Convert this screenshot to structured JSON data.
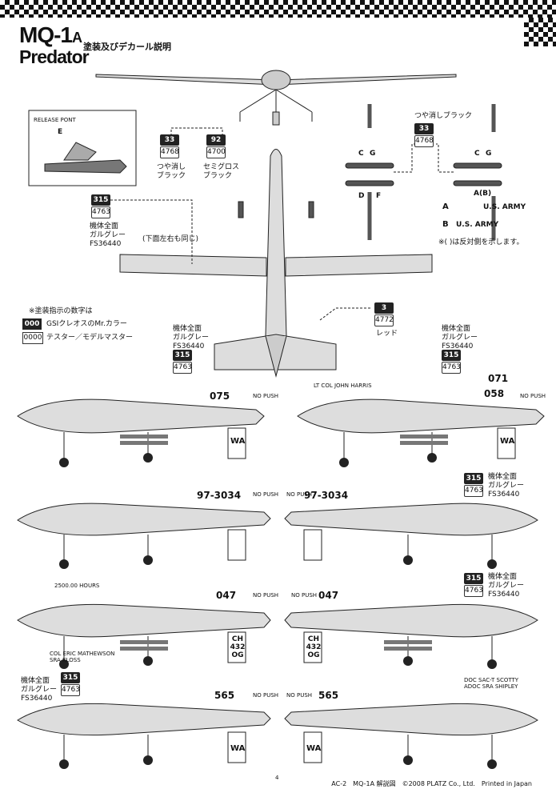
{
  "header": {
    "title_main": "MQ-1",
    "title_suffix": "A",
    "subtitle": "Predator",
    "heading": "塗装及びデカール説明"
  },
  "colors": {
    "c33": {
      "gsi": "33",
      "model": "4768",
      "label": "つや消し\nブラック"
    },
    "c92": {
      "gsi": "92",
      "model": "4700",
      "label": "セミグロス\nブラック"
    },
    "c315": {
      "gsi": "315",
      "model": "4763"
    },
    "c3": {
      "gsi": "3",
      "model": "4772",
      "label": "レッド"
    }
  },
  "notes": {
    "matte_black": "つや消しブラック",
    "body_grey": "機体全面\nガルグレー\nFS36440",
    "underside_note": "(下面左右も同じ)",
    "legend_title": "※塗装指示の数字は",
    "legend_gsi_code": "000",
    "legend_gsi_text": "GSIクレオスのMr.カラー",
    "legend_model_code": "0000",
    "legend_model_text": "テスター／モデルマスター",
    "mirror_note": "※( )は反対側を示します。",
    "release_label": "RELEASE PONT",
    "army_a": "U.S. ARMY",
    "army_b": "U.S. ARMY",
    "lt_col": "LT COL JOHN HARRIS",
    "hours": "2500.00 HOURS",
    "col_eric": "COL ERIC MATHEWSON\nSRA KLOSS",
    "doc_sac": "DOC SAC-T SCOTTY\nADOC SRA SHIPLEY",
    "no_push": "NO PUSH"
  },
  "part_letters": [
    "A",
    "B",
    "C",
    "D",
    "E",
    "F",
    "G",
    "A(B)"
  ],
  "serials": {
    "s075": "075",
    "s071": "071",
    "s058": "058",
    "s3034a": "97-3034",
    "s3034b": "97-3034",
    "s047a": "047",
    "s047b": "047",
    "s565a": "565",
    "s565b": "565"
  },
  "tail_codes": {
    "wa": "WA",
    "ch": "CH",
    "num432": "432",
    "og": "OG"
  },
  "footer": {
    "page": "4",
    "text": "AC-2　MQ-1A 解説図　©2008 PLATZ Co., Ltd.　Printed in Japan"
  }
}
